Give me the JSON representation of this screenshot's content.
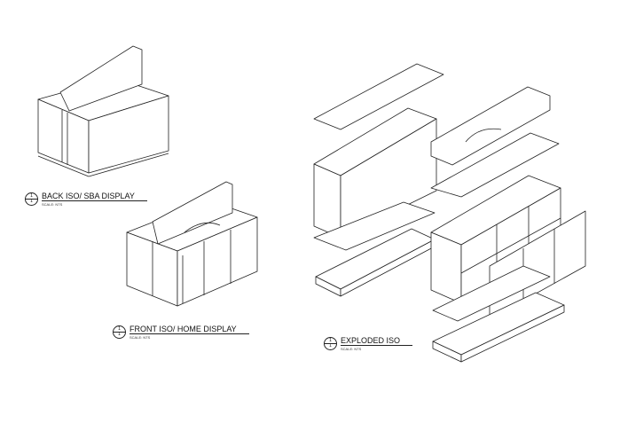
{
  "views": [
    {
      "number": "1",
      "sheet": "1",
      "title": "BACK ISO/ SBA DISPLAY",
      "scale": "SCALE:  NTS"
    },
    {
      "number": "1",
      "sheet": "1",
      "title": "FRONT ISO/ HOME DISPLAY",
      "scale": "SCALE:  NTS"
    },
    {
      "number": "1",
      "sheet": "1",
      "title": "EXPLODED ISO",
      "scale": "SCALE:  NTS"
    }
  ]
}
